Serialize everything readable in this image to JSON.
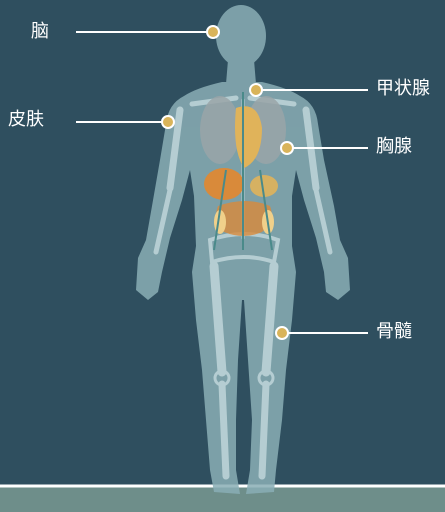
{
  "labels": {
    "brain": "脑",
    "skin": "皮肤",
    "thyroid": "甲状腺",
    "thymus": "胸腺",
    "bone_marrow": "骨髓"
  },
  "colors": {
    "background": "#2f4f5f",
    "floor_band": "#6e8e8a",
    "floor_line": "#ffffff",
    "body_fill": "#8aaeb5",
    "skeleton": "#c9dde0",
    "leader_line": "#ffffff",
    "marker": "#d9b45a",
    "organ_orange": "#d98a3a",
    "organ_gold": "#e0b35a",
    "lung": "#9aa4a8",
    "vessel": "#4a8a8a"
  }
}
